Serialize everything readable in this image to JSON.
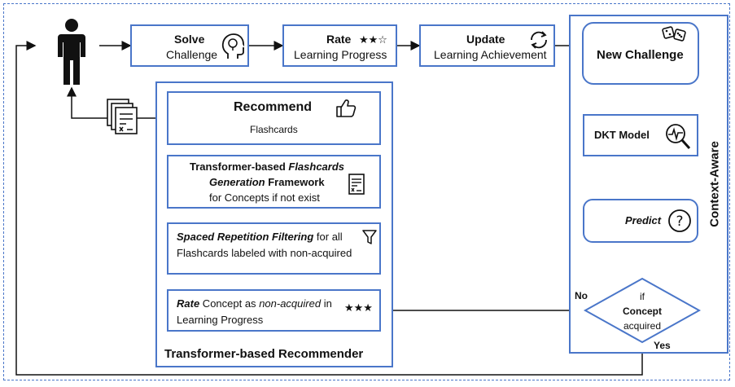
{
  "top_flow": {
    "solve": {
      "title": "Solve",
      "subtitle": "Challenge"
    },
    "rate": {
      "title": "Rate",
      "subtitle": "Learning  Progress"
    },
    "update": {
      "title": "Update",
      "subtitle": "Learning Achievement"
    }
  },
  "context_aware": {
    "label": "Context-Aware",
    "new_challenge": "New Challenge",
    "dkt_model": "DKT Model",
    "predict": "Predict",
    "decision": {
      "line1": "if",
      "line2": "Concept",
      "line3": "acquired"
    },
    "no_label": "No",
    "yes_label": "Yes"
  },
  "recommender": {
    "label": "Transformer-based Recommender",
    "recommend": {
      "title": "Recommend",
      "subtitle": "Flashcards"
    },
    "generation": {
      "part1": "Transformer-based ",
      "part2": "Flashcards",
      "part3": "Generation",
      "part4": " Framework",
      "line3": "for Concepts if not exist"
    },
    "filtering": {
      "part1": "Spaced Repetition Filtering",
      "part2": " for all",
      "line2": "Flashcards labeled with non-acquired"
    },
    "rate_concept": {
      "part1": "Rate",
      "part2": " Concept as ",
      "part3": "non-acquired",
      "part4": " in",
      "line2": "Learning Progress"
    }
  },
  "icons": [
    "person-icon",
    "head-bulb-icon",
    "stars-icon",
    "refresh-icon",
    "dice-icon",
    "thumbs-up-icon",
    "flashcards-icon",
    "document-icon",
    "funnel-icon",
    "heartbeat-search-icon",
    "question-icon"
  ],
  "colors": {
    "border": "#4a76c9",
    "arrow": "#111111"
  }
}
